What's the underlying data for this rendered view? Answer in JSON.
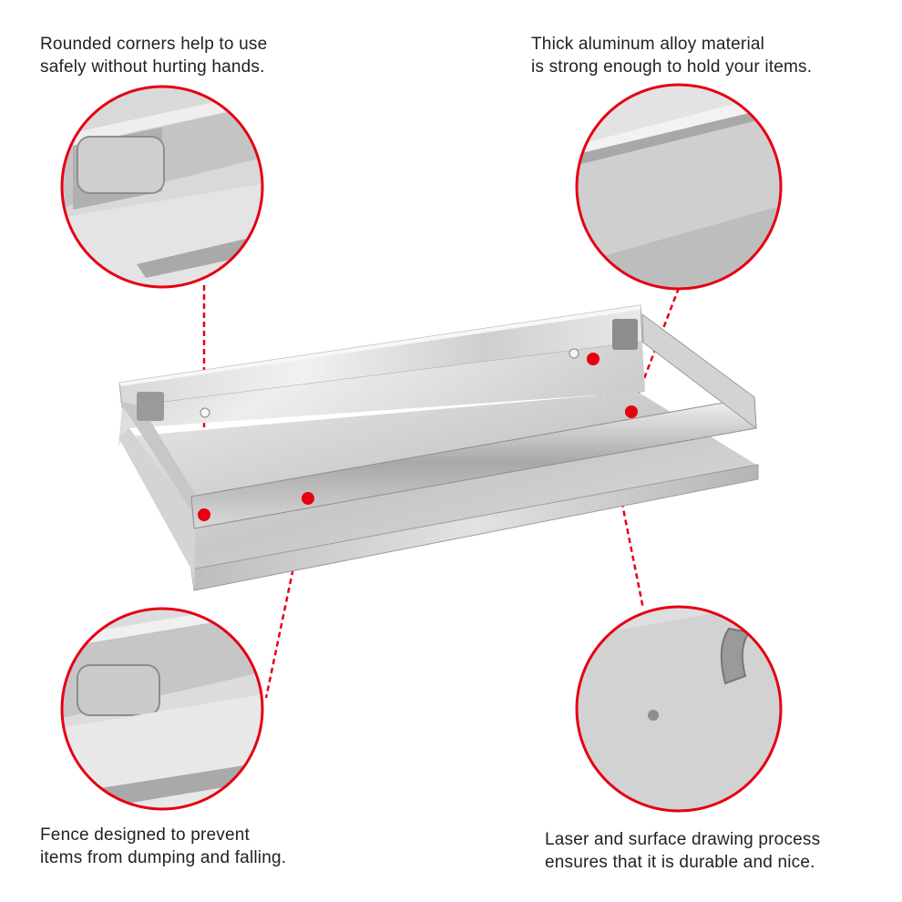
{
  "captions": {
    "rounded_corners": {
      "line1": "Rounded corners help to use",
      "line2": "safely without hurting hands."
    },
    "aluminum": {
      "line1": "Thick aluminum alloy material",
      "line2": "is strong enough to hold your items."
    },
    "fence": {
      "line1": "Fence designed to prevent",
      "line2": "items from dumping and falling."
    },
    "laser": {
      "line1": "Laser and surface drawing process",
      "line2": "ensures that it is durable and nice."
    }
  },
  "colors": {
    "accent": "#e60012",
    "steel_light": "#e6e6e6",
    "steel_mid": "#bdbdbd",
    "steel_dark": "#8e8e8e",
    "text": "#222222"
  }
}
